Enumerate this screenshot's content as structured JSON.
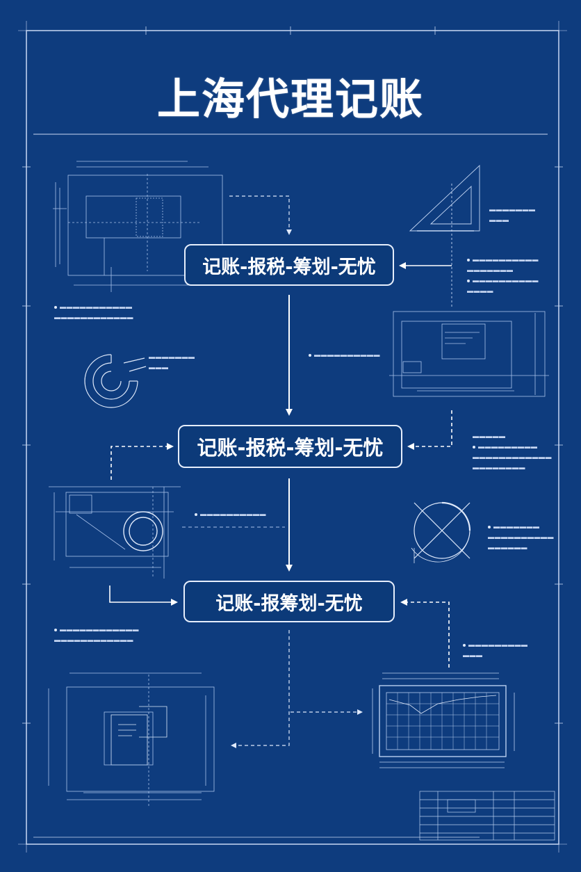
{
  "title": "上海代理记账",
  "nodes": [
    {
      "label": "记账-报税-筹划-无忧"
    },
    {
      "label": "记账-报税-筹划-无忧"
    },
    {
      "label": "记账-报筹划-无忧"
    }
  ],
  "colors": {
    "background": "#0e3c7e",
    "line": "#e6eefc",
    "faint_line": "#8fb0e0",
    "text": "#ffffff"
  },
  "icons": [
    "triangle-drawing-icon",
    "gear-drawing-icon",
    "circle-crosshair-icon",
    "grid-chart-drawing-icon"
  ]
}
